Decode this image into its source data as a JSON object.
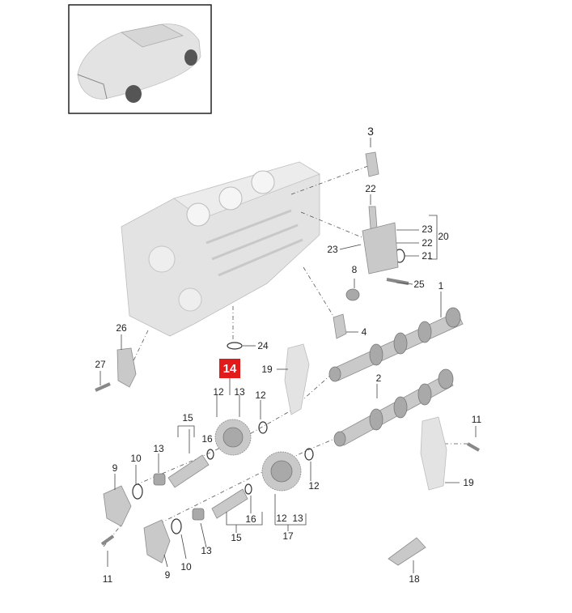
{
  "highlight": {
    "label": "14",
    "color": "#e21a1a"
  },
  "callouts": {
    "c1": "1",
    "c2": "2",
    "c3": "3",
    "c4": "4",
    "c8": "8",
    "c9a": "9",
    "c9b": "9",
    "c10a": "10",
    "c10b": "10",
    "c11a": "11",
    "c11b": "11",
    "c12a": "12",
    "c12b": "12",
    "c12c": "12",
    "c12d": "12",
    "c13a": "13",
    "c13b": "13",
    "c13c": "13",
    "c13d": "13",
    "c15a": "15",
    "c15b": "15",
    "c16a": "16",
    "c16b": "16",
    "c17": "17",
    "c18": "18",
    "c19a": "19",
    "c19b": "19",
    "c20": "20",
    "c21": "21",
    "c22a": "22",
    "c22b": "22",
    "c23a": "23",
    "c23b": "23",
    "c24": "24",
    "c25": "25",
    "c26": "26",
    "c27": "27"
  }
}
